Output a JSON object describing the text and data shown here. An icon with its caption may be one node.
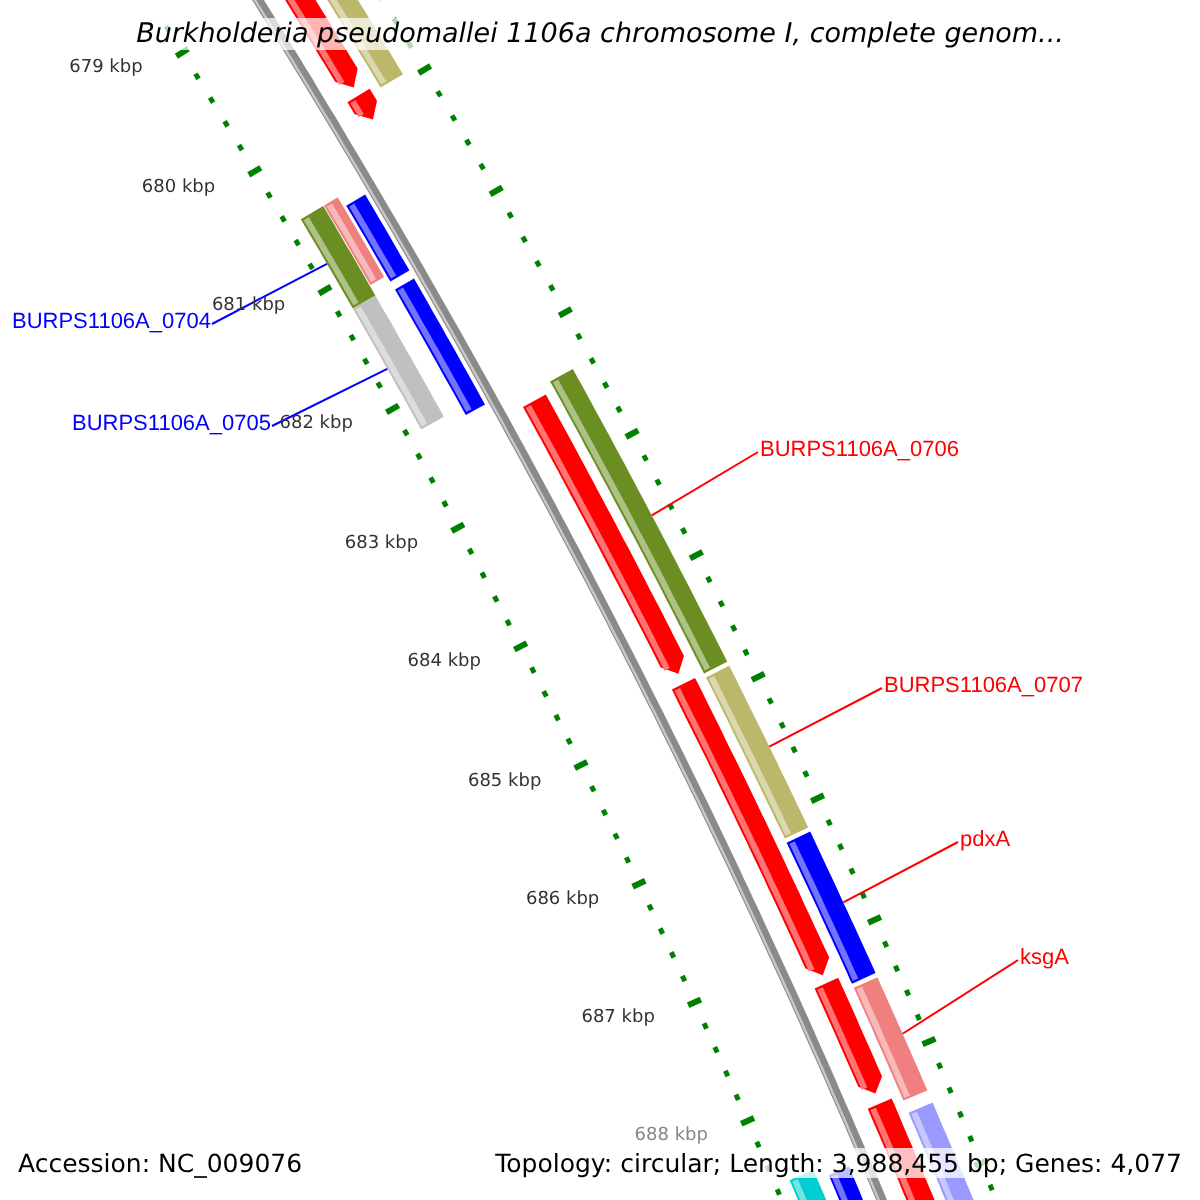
{
  "diagram": {
    "title": "Burkholderia pseudomallei 1106a chromosome I, complete genom...",
    "nodes": [
      {
        "text": [
          "BURPS1106A_0704"
        ]
      },
      {
        "text": [],
        "shape": "bar"
      },
      {
        "text": [
          "BURPS1106A_0705"
        ]
      },
      {
        "text": [],
        "shape": "bar"
      },
      {
        "text": [
          "BURPS1106A_0706"
        ]
      },
      {
        "text": [],
        "shape": "bar"
      },
      {
        "text": [
          "BURPS1106A_0707"
        ]
      },
      {
        "text": [],
        "shape": "bar"
      },
      {
        "text": [
          "pdxA"
        ]
      },
      {
        "text": [],
        "shape": "bar"
      },
      {
        "text": [
          "ksgA"
        ]
      },
      {
        "text": [],
        "shape": "bar"
      }
    ],
    "edges": [
      {
        "from": 0,
        "to": 1,
        "arrow": "none",
        "color": "#0000ff"
      },
      {
        "from": 2,
        "to": 3,
        "arrow": "none",
        "color": "#0000ff"
      },
      {
        "from": 4,
        "to": 5,
        "arrow": "none"
      },
      {
        "from": 6,
        "to": 7,
        "arrow": "none"
      },
      {
        "from": 8,
        "to": 9,
        "arrow": "none"
      },
      {
        "from": 10,
        "to": 11,
        "arrow": "none"
      }
    ],
    "labels": [
      "679 kbp",
      "680 kbp",
      "681 kbp",
      "682 kbp",
      "683 kbp",
      "684 kbp",
      "685 kbp",
      "686 kbp",
      "687 kbp",
      "688 kbp",
      "Accession: NC_009076",
      "Topology: circular; Length: 3,988,455 bp; Genes: 4,077"
    ]
  }
}
